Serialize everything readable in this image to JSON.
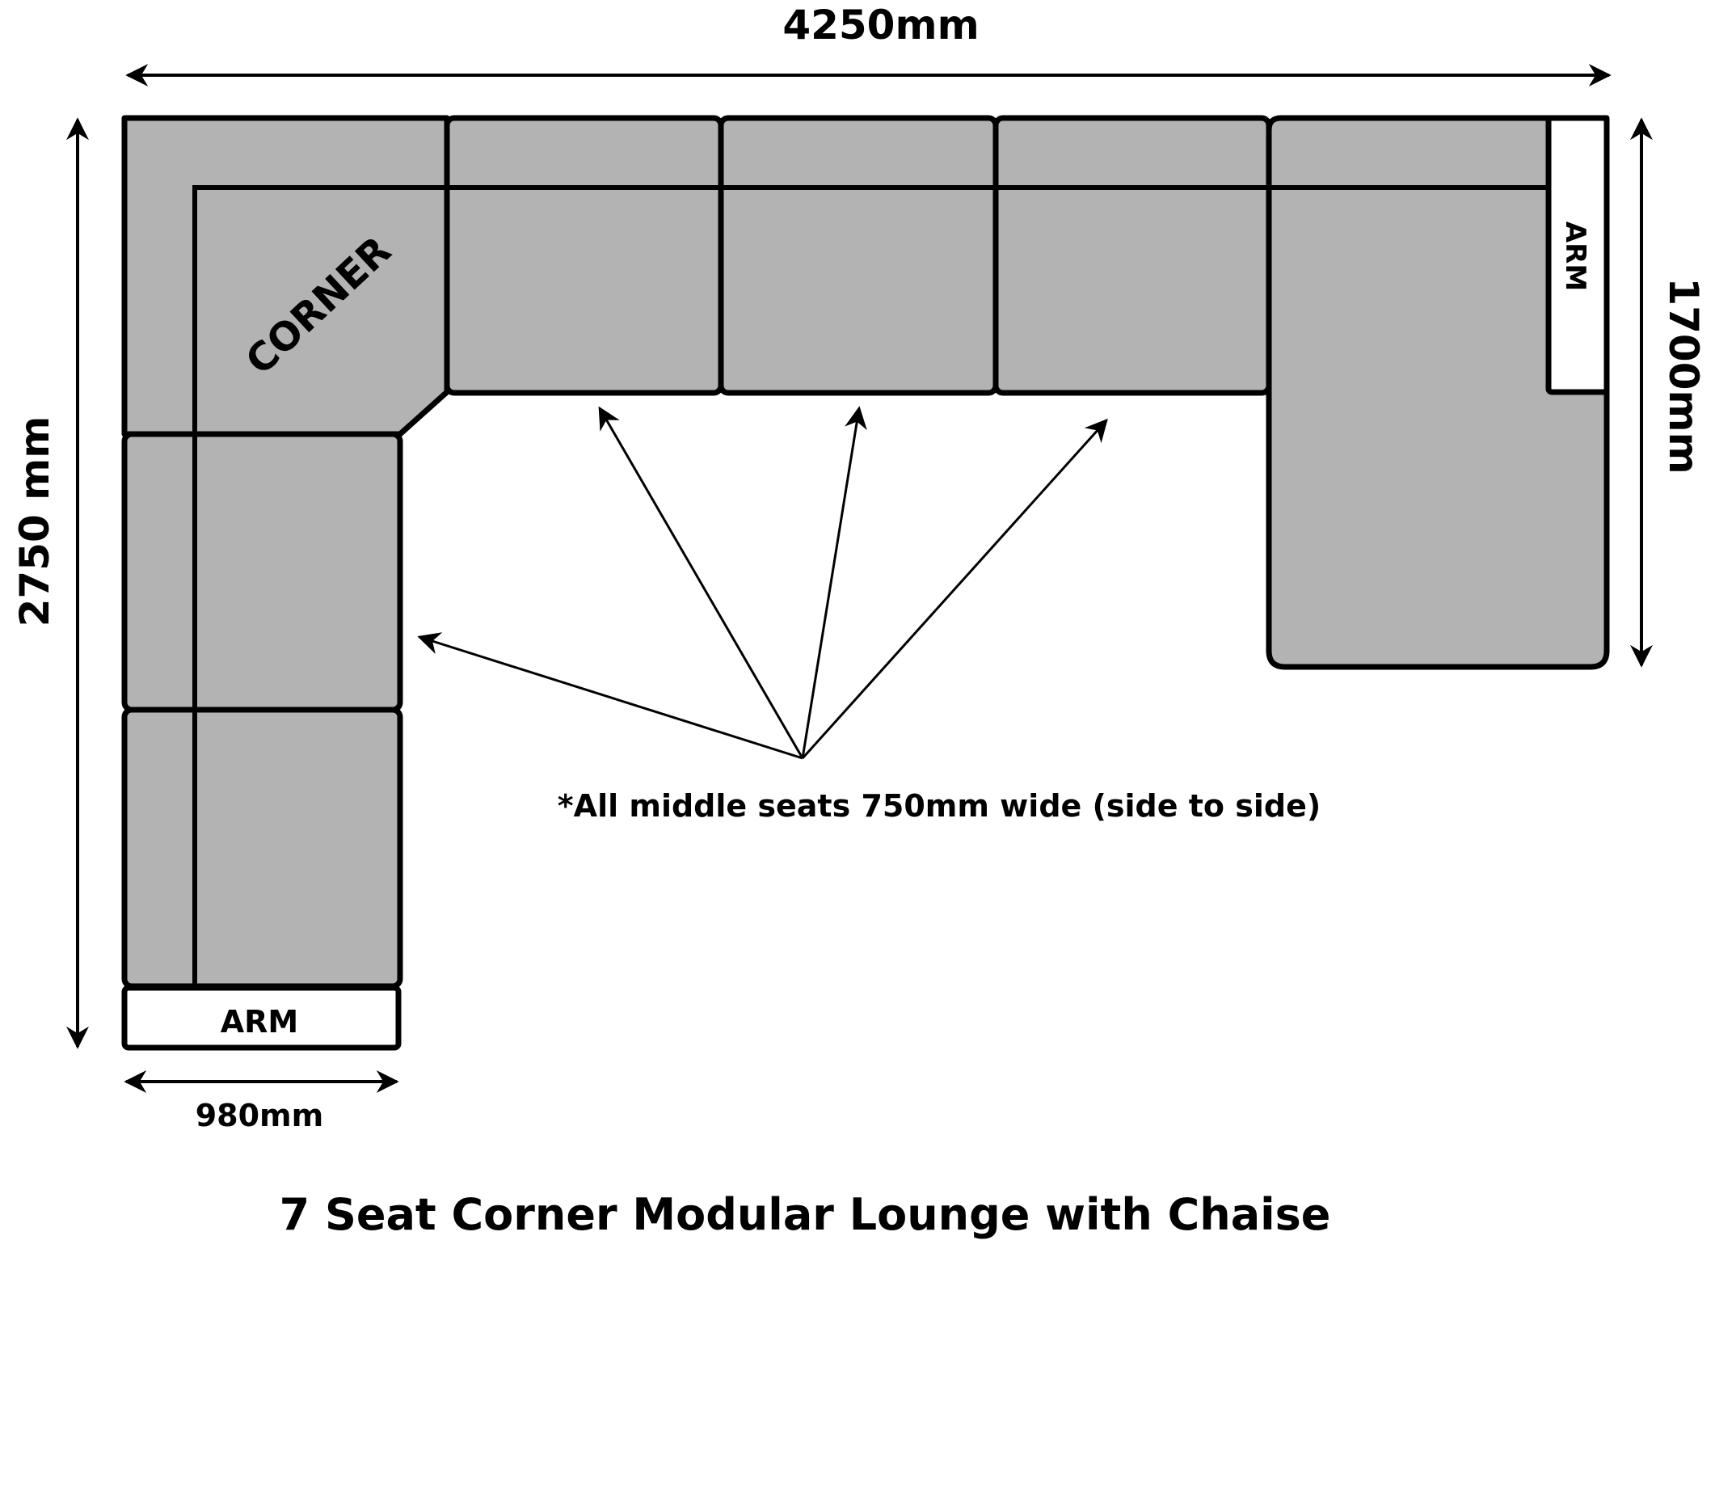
{
  "diagram": {
    "title": "7 Seat Corner Modular Lounge with Chaise",
    "note": "*All middle seats 750mm wide (side to side)",
    "corner_label": "CORNER",
    "left_arm_label": "ARM",
    "right_arm_label": "ARM",
    "dimensions": {
      "overall_width": "4250mm",
      "overall_depth": "2750 mm",
      "chaise_length": "1700mm",
      "module_width": "980mm"
    },
    "colors": {
      "upholstery": "#b3b3b3",
      "outline": "#000000",
      "arm": "#ffffff"
    }
  }
}
